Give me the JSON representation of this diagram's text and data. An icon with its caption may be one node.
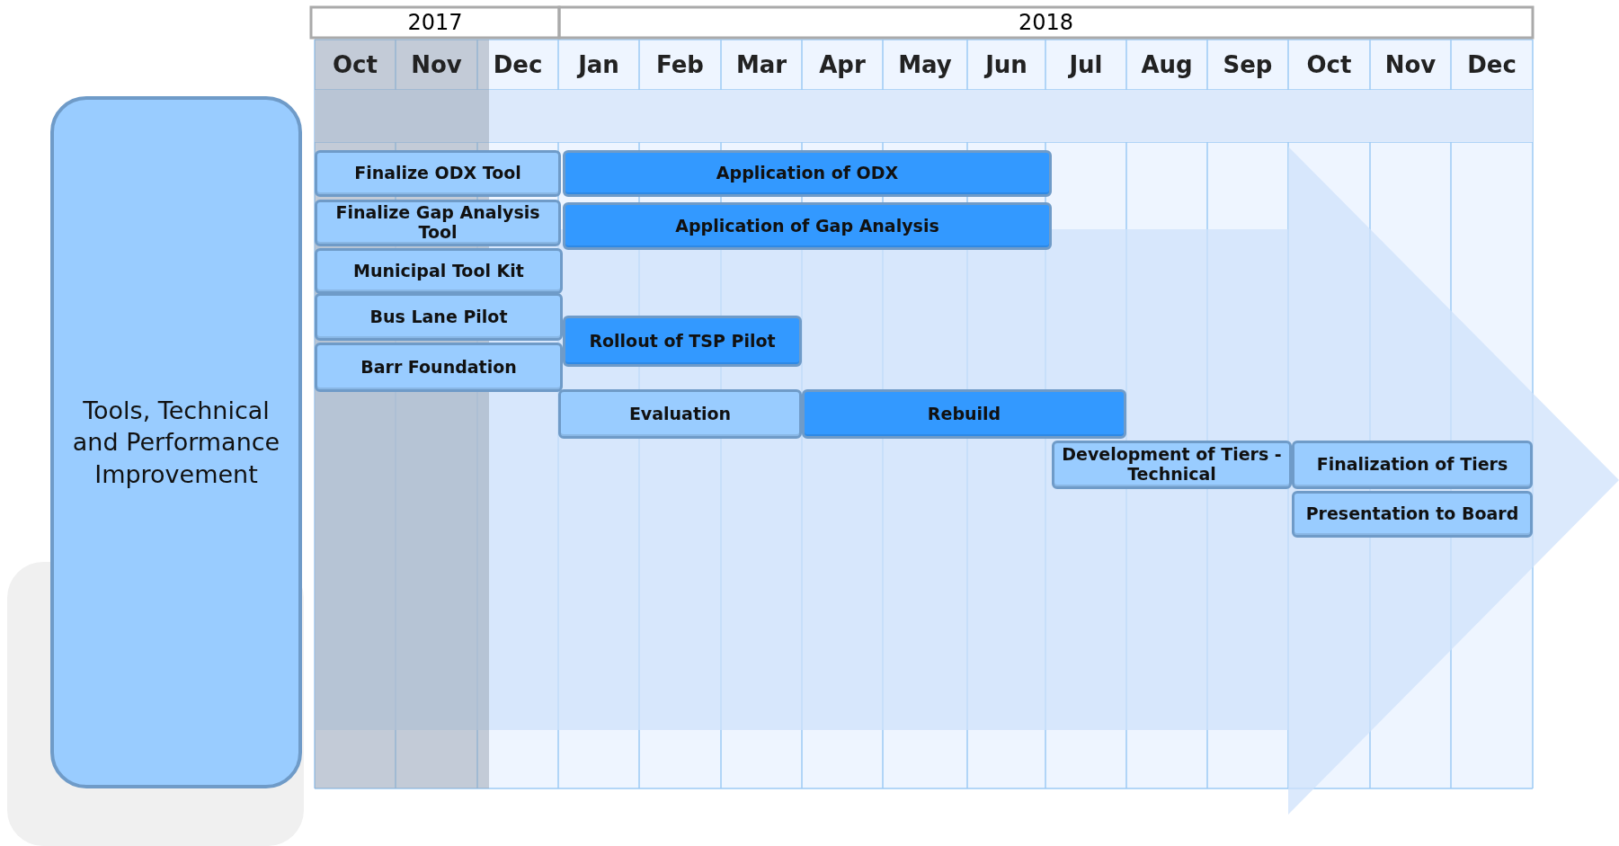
{
  "diagram": {
    "nodes": [
      {
        "text": [
          "Tools, Technical and Performance Improvement"
        ]
      },
      {
        "text": [
          "Finalize ODX Tool"
        ]
      },
      {
        "text": [
          "Application of ODX"
        ]
      },
      {
        "text": [
          "Finalize Gap Analysis Tool"
        ]
      },
      {
        "text": [
          "Application of Gap Analysis"
        ]
      },
      {
        "text": [
          "Municipal Tool Kit"
        ]
      },
      {
        "text": [
          "Bus Lane Pilot"
        ]
      },
      {
        "text": [
          "Rollout of TSP Pilot"
        ]
      },
      {
        "text": [
          "Barr Foundation"
        ]
      },
      {
        "text": [
          "Evaluation"
        ]
      },
      {
        "text": [
          "Rebuild"
        ]
      },
      {
        "text": [
          "Development of Tiers - Technical"
        ]
      },
      {
        "text": [
          "Finalization of Tiers"
        ]
      },
      {
        "text": [
          "Presentation to Board"
        ]
      }
    ],
    "labels": [
      "2017",
      "2018",
      "Oct",
      "Nov",
      "Dec",
      "Jan",
      "Feb",
      "Mar",
      "Apr",
      "May",
      "Jun",
      "Jul",
      "Aug",
      "Sep",
      "Oct",
      "Nov",
      "Dec"
    ]
  }
}
